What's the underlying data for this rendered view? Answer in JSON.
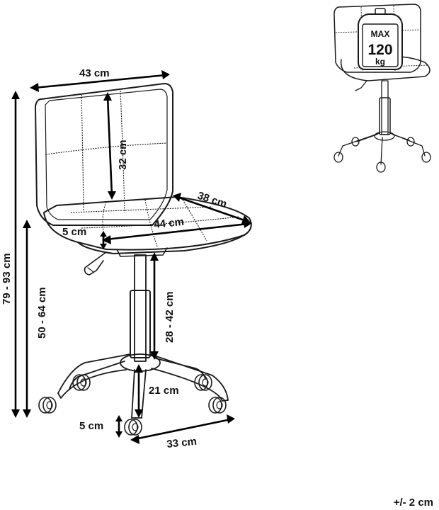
{
  "dimensions": {
    "backrest_width": "43 cm",
    "backrest_height": "32 cm",
    "seat_depth": "38 cm",
    "seat_width": "44 cm",
    "seat_thickness": "5 cm",
    "total_height": "79 - 93 cm",
    "seat_height": "50 - 64 cm",
    "lift_range": "28 - 42 cm",
    "base_height": "21 cm",
    "caster_height": "5 cm",
    "base_radius": "33 cm"
  },
  "load_badge": {
    "max": "MAX",
    "value": "120",
    "unit": "kg"
  },
  "tolerance": "+/- 2 cm",
  "colors": {
    "ink": "#111111",
    "paper": "#ffffff"
  }
}
